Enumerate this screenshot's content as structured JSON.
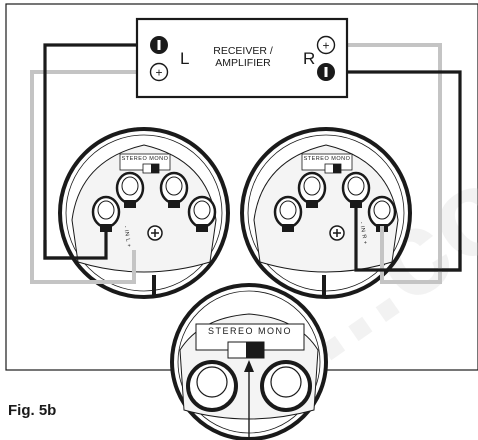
{
  "receiver": {
    "title_line1": "RECEIVER /",
    "title_line2": "AMPLIFIER",
    "left_channel": "L",
    "right_channel": "R"
  },
  "terminal_symbol": "+",
  "speakers": [
    {
      "id": "left",
      "channel_label": "- IN L +"
    },
    {
      "id": "right",
      "channel_label": "- IN R +"
    }
  ],
  "selector_label": "STEREO MONO",
  "figure_caption": "Fig. 5b",
  "watermark": "...co"
}
